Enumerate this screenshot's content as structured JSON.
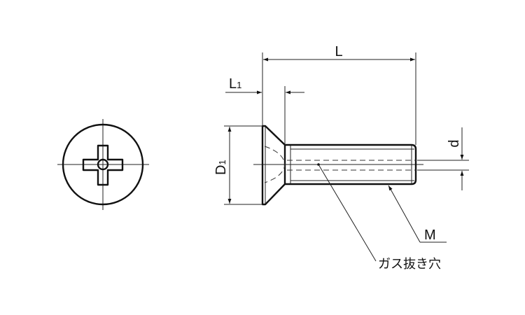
{
  "labels": {
    "length": "L",
    "head_height": "L1",
    "head_diameter": "D1",
    "hole_diameter": "d",
    "thread": "M",
    "vent_hole": "ガス抜き穴"
  },
  "colors": {
    "line": "#111111",
    "background": "#ffffff"
  }
}
